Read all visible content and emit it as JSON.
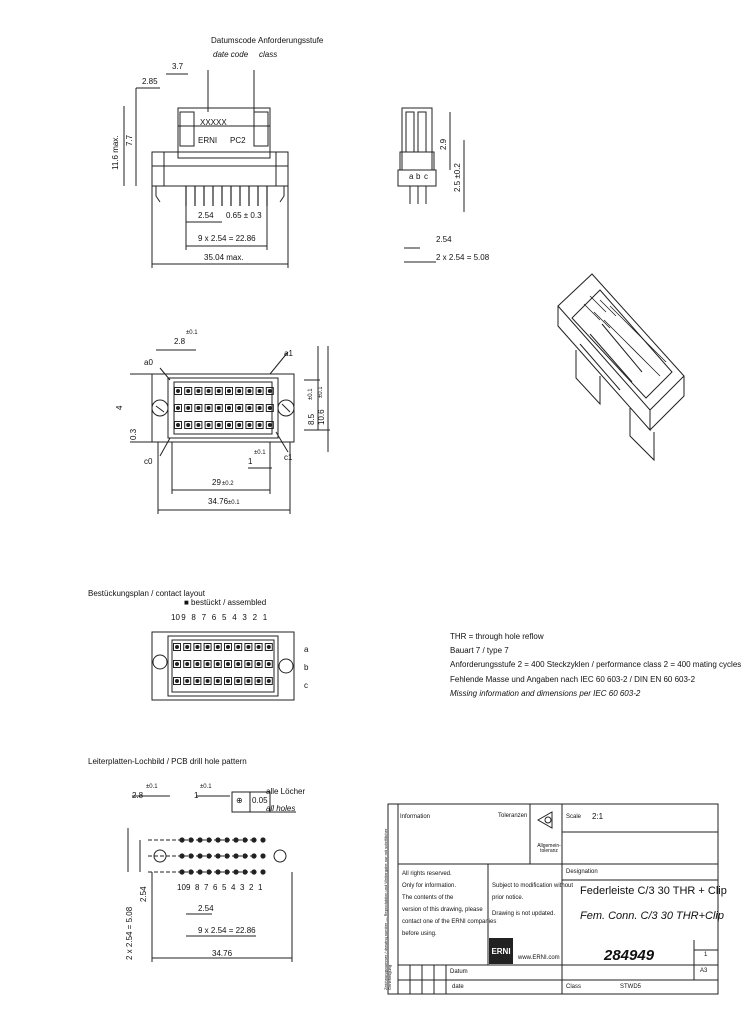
{
  "side_view": {
    "datecode_label": "Datumscode",
    "datecode_label_en": "date code",
    "class_label": "Anforderungsstufe",
    "class_label_en": "class",
    "marking_code": "XXXXX",
    "marking_brand": "ERNI",
    "marking_class": "PC2",
    "dim_37": "3.7",
    "dim_285": "2.85",
    "dim_116": "11.6 max.",
    "dim_77": "7.7",
    "dim_254": "2.54",
    "dim_065": "0.65 ± 0.3",
    "dim_9x254": "9 x 2.54 = 22.86",
    "dim_3504": "35.04 max."
  },
  "end_view": {
    "col_a": "a",
    "col_b": "b",
    "col_c": "c",
    "dim_29": "2.9",
    "dim_25": "2.5 ±0.2",
    "dim_254": "2.54",
    "dim_2x254": "2 x 2.54 = 5.08"
  },
  "top_view": {
    "dim_28": "2.8",
    "dim_28_tol": "±0.1",
    "label_a0": "a0",
    "label_a1": "a1",
    "label_c0": "c0",
    "label_c1": "c1",
    "dim_4": "4",
    "dim_03": "0.3",
    "dim_85": "8.5",
    "dim_85_tol": "±0.1",
    "dim_106": "10.6",
    "dim_106_tol": "±0.1",
    "dim_1": "1",
    "dim_1_tol": "±0.1",
    "dim_29": "29",
    "dim_29_tol": "±0.2",
    "dim_3476": "34.76",
    "dim_3476_tol": "±0.1"
  },
  "contact_layout": {
    "title": "Bestückungsplan / contact layout",
    "legend": "■ bestückt / assembled",
    "columns": [
      "10",
      "9",
      "8",
      "7",
      "6",
      "5",
      "4",
      "3",
      "2",
      "1"
    ],
    "rows": [
      "a",
      "b",
      "c"
    ]
  },
  "notes": {
    "thr": "THR = through hole reflow",
    "type": "Bauart 7 / type 7",
    "class_info": "Anforderungsstufe 2 = 400 Steckzyklen / performance class 2 = 400 mating cycles",
    "missing_de": "Fehlende Masse und Angaben nach IEC 60 603-2 / DIN EN 60 603-2",
    "missing_en": "Missing information and dimensions per IEC 60 603-2"
  },
  "pcb_pattern": {
    "title": "Leiterplatten-Lochbild / PCB drill hole pattern",
    "dim_28": "2.8",
    "dim_28_tol": "±0.1",
    "dim_1": "1",
    "dim_1_tol": "±0.1",
    "tolerance": "0.05",
    "all_holes_de": "alle Löcher",
    "all_holes_en": "all holes",
    "columns": [
      "10",
      "9",
      "8",
      "7",
      "6",
      "5",
      "4",
      "3",
      "2",
      "1"
    ],
    "dim_254": "2.54",
    "dim_254b": "2.54",
    "dim_9x254": "9 x 2.54 = 22.86",
    "dim_2x254": "2 x 2.54 = 5.08",
    "dim_3476": "34.76"
  },
  "title_block": {
    "tolerances_label": "Toleranzen",
    "iso_label": "Allgemein-toleranz",
    "scale_label": "Scale",
    "scale_value": "2:1",
    "info_label": "Information",
    "design_label": "Designation",
    "rights_1": "All rights reserved.",
    "rights_2": "Only for information.",
    "rights_3": "The contents of the",
    "rights_4": "version of this drawing, please",
    "rights_5": "contact one of the ERNI companies",
    "rights_6": "before using.",
    "subject_1": "Subject to modification without",
    "subject_2": "prior notice.",
    "subject_3": "Drawing is not updated.",
    "logo": "ERNI",
    "website": "www.ERNI.com",
    "title_de": "Federleiste C/3 30 THR + Clip",
    "title_en": "Fem. Conn. C/3 30 THR+Clip",
    "part_number": "284949",
    "sheet_number": "1",
    "format": "A3",
    "date_label": "Datum",
    "date_value": "date",
    "status_label": "Class",
    "status_value": "STWD5",
    "side_note": "Zeichnungsnummer / drawing number — Reproduktion und Weitergabe nur mit schriftlicher Genehmigung"
  }
}
